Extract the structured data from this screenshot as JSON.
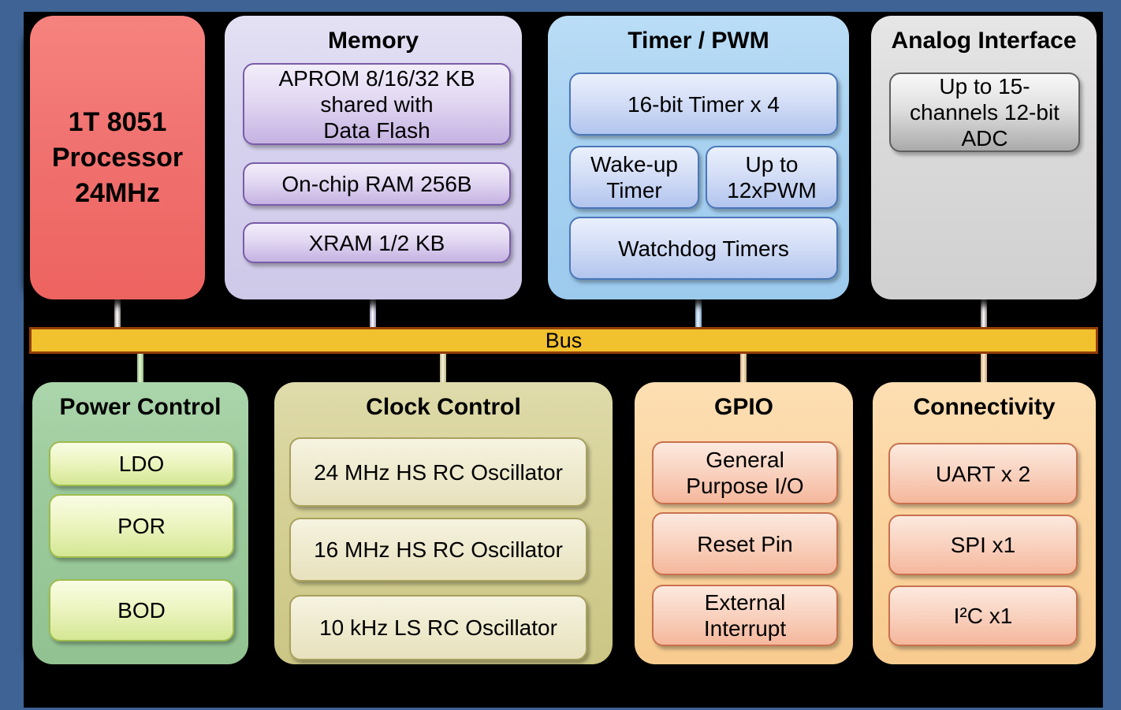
{
  "bus": {
    "label": "Bus"
  },
  "blocks": {
    "processor": {
      "label": "1T 8051\nProcessor\n24MHz"
    },
    "memory": {
      "title": "Memory",
      "items": [
        "APROM 8/16/32 KB\nshared with\nData Flash",
        "On-chip RAM 256B",
        "XRAM 1/2 KB"
      ]
    },
    "timer_pwm": {
      "title": "Timer / PWM",
      "items": [
        "16-bit Timer x 4",
        "Wake-up\nTimer",
        "Up to\n12xPWM",
        "Watchdog Timers"
      ]
    },
    "analog": {
      "title": "Analog Interface",
      "items": [
        "Up to 15-\nchannels 12-bit\nADC"
      ]
    },
    "power": {
      "title": "Power Control",
      "items": [
        "LDO",
        "POR",
        "BOD"
      ]
    },
    "clock": {
      "title": "Clock Control",
      "items": [
        "24 MHz HS RC Oscillator",
        "16 MHz HS RC Oscillator",
        "10 kHz LS RC Oscillator"
      ]
    },
    "gpio": {
      "title": "GPIO",
      "items": [
        "General\nPurpose I/O",
        "Reset Pin",
        "External\nInterrupt"
      ]
    },
    "connectivity": {
      "title": "Connectivity",
      "items": [
        "UART x 2",
        "SPI x1",
        "I²C x1"
      ]
    }
  },
  "colors": {
    "frame_blue": "#3E6394",
    "background": "#000000",
    "processor_red": "#F07270",
    "memory_lavender": "#D6D2EE",
    "memory_item_purple": "#C5B2E2",
    "timer_blue": "#A9D2F1",
    "timer_item_blue": "#B2C5EE",
    "analog_gray": "#DADADA",
    "bus_gold": "#F2C12E",
    "bus_border": "#943F08",
    "power_green": "#9CCA9C",
    "power_item_lime": "#D4E794",
    "clock_khaki": "#D6D197",
    "clock_item_cream": "#E7E1BD",
    "gpio_peach": "#FBD5A2",
    "gpio_item_salmon": "#F5B79C"
  }
}
